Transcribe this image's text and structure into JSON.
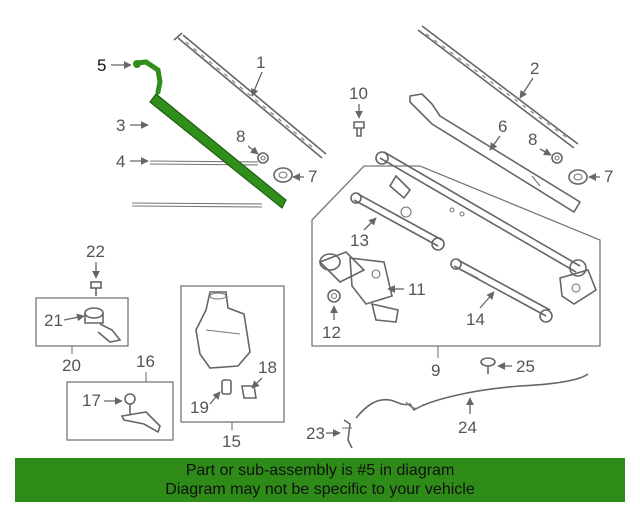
{
  "colors": {
    "highlight": "#2f8f1a",
    "banner_bg": "#2e8b17",
    "line": "#666666"
  },
  "callouts": {
    "c1": "1",
    "c2": "2",
    "c3": "3",
    "c4": "4",
    "c5": "5",
    "c6": "6",
    "c7a": "7",
    "c7b": "7",
    "c8a": "8",
    "c8b": "8",
    "c9": "9",
    "c10": "10",
    "c11": "11",
    "c12": "12",
    "c13": "13",
    "c14": "14",
    "c15": "15",
    "c16": "16",
    "c17": "17",
    "c18": "18",
    "c19": "19",
    "c20": "20",
    "c21": "21",
    "c22": "22",
    "c23": "23",
    "c24": "24",
    "c25": "25"
  },
  "banner": {
    "line1": "Part or sub-assembly is #5 in diagram",
    "line2": "Diagram may not be specific to your vehicle"
  }
}
